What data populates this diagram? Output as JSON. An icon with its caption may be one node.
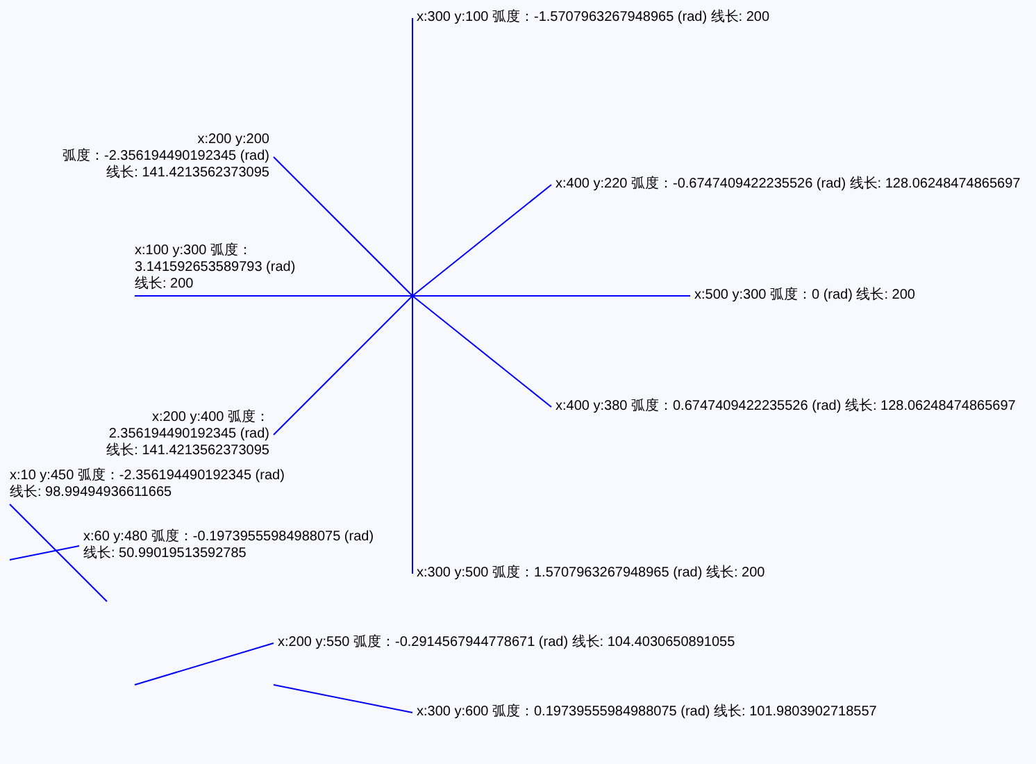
{
  "diagram": {
    "nodes": [
      {
        "text": [
          "x:300 y:100 弧度：-1.5707963267948965 (rad) 线长: 200"
        ]
      },
      {
        "text": [
          "x:200 y:200 弧度：-2.356194490192345 (rad) 线长: 141.4213562373095"
        ]
      },
      {
        "text": [
          "x:400 y:220 弧度：-0.6747409422235526 (rad) 线长: 128.06248474865697"
        ]
      },
      {
        "text": [
          "x:100 y:300 弧度：3.141592653589793 (rad) 线长: 200"
        ]
      },
      {
        "text": [
          "x:500 y:300 弧度：0 (rad) 线长: 200"
        ]
      },
      {
        "text": [
          "x:400 y:380 弧度：0.6747409422235526 (rad) 线长: 128.06248474865697"
        ]
      },
      {
        "text": [
          "x:200 y:400 弧度：2.356194490192345 (rad) 线长: 141.4213562373095"
        ]
      },
      {
        "text": [
          "x:10 y:450 弧度：-2.356194490192345 (rad) 线长: 98.99494936611665"
        ]
      },
      {
        "text": [
          "x:60 y:480 弧度：-0.19739555984988075 (rad) 线长: 50.99019513592785"
        ]
      },
      {
        "text": [
          "x:300 y:500 弧度：1.5707963267948965 (rad) 线长: 200"
        ]
      },
      {
        "text": [
          "x:200 y:550 弧度：-0.2914567944778671 (rad) 线长: 104.4030650891055"
        ]
      },
      {
        "text": [
          "x:300 y:600 弧度：0.19739555984988075 (rad) 线长: 101.9803902718557"
        ]
      }
    ],
    "edges": [
      {
        "from": null,
        "to": 0,
        "arrow": "none"
      },
      {
        "from": null,
        "to": 1,
        "arrow": "none"
      },
      {
        "from": null,
        "to": 2,
        "arrow": "none"
      },
      {
        "from": null,
        "to": 3,
        "arrow": "none"
      },
      {
        "from": null,
        "to": 4,
        "arrow": "none"
      },
      {
        "from": null,
        "to": 5,
        "arrow": "none"
      },
      {
        "from": null,
        "to": 6,
        "arrow": "none"
      },
      {
        "from": null,
        "to": 7,
        "arrow": "none"
      },
      {
        "from": null,
        "to": 8,
        "arrow": "none"
      },
      {
        "from": null,
        "to": 9,
        "arrow": "none"
      },
      {
        "from": null,
        "to": 10,
        "arrow": "none"
      },
      {
        "from": null,
        "to": 11,
        "arrow": "none"
      }
    ]
  }
}
